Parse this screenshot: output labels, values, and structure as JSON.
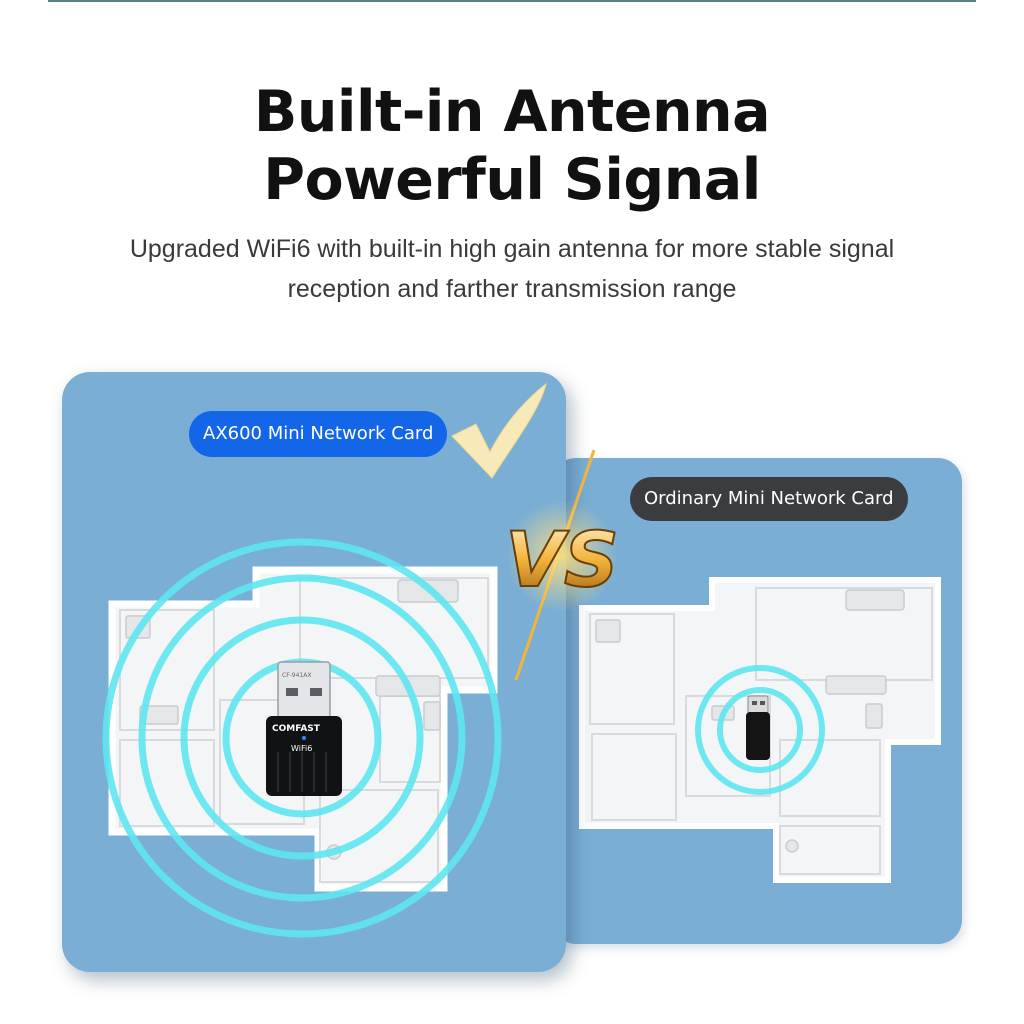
{
  "headline": {
    "line1": "Built-in Antenna",
    "line2": "Powerful Signal"
  },
  "subtitle": {
    "line1": "Upgraded WiFi6 with built-in high gain antenna for more stable signal",
    "line2": "reception and farther transmission range"
  },
  "comparison": {
    "left_label": "AX600 Mini Network Card",
    "right_label": "Ordinary Mini Network Card",
    "vs_text": "VS"
  },
  "device": {
    "brand": "COMFAST",
    "badge": "WiFi6",
    "model": "CF-941AX"
  },
  "colors": {
    "panel": "#7aaed4",
    "left_pill": "#1466e8",
    "right_pill": "#3b3c3f",
    "signal_ring": "#5fe6f0",
    "check": "#f7eab8",
    "vs_gold": "#f3b43c"
  },
  "icons": [
    "check-mark-icon",
    "vs-badge-icon",
    "wifi-signal-rings-icon",
    "usb-adapter-icon"
  ]
}
